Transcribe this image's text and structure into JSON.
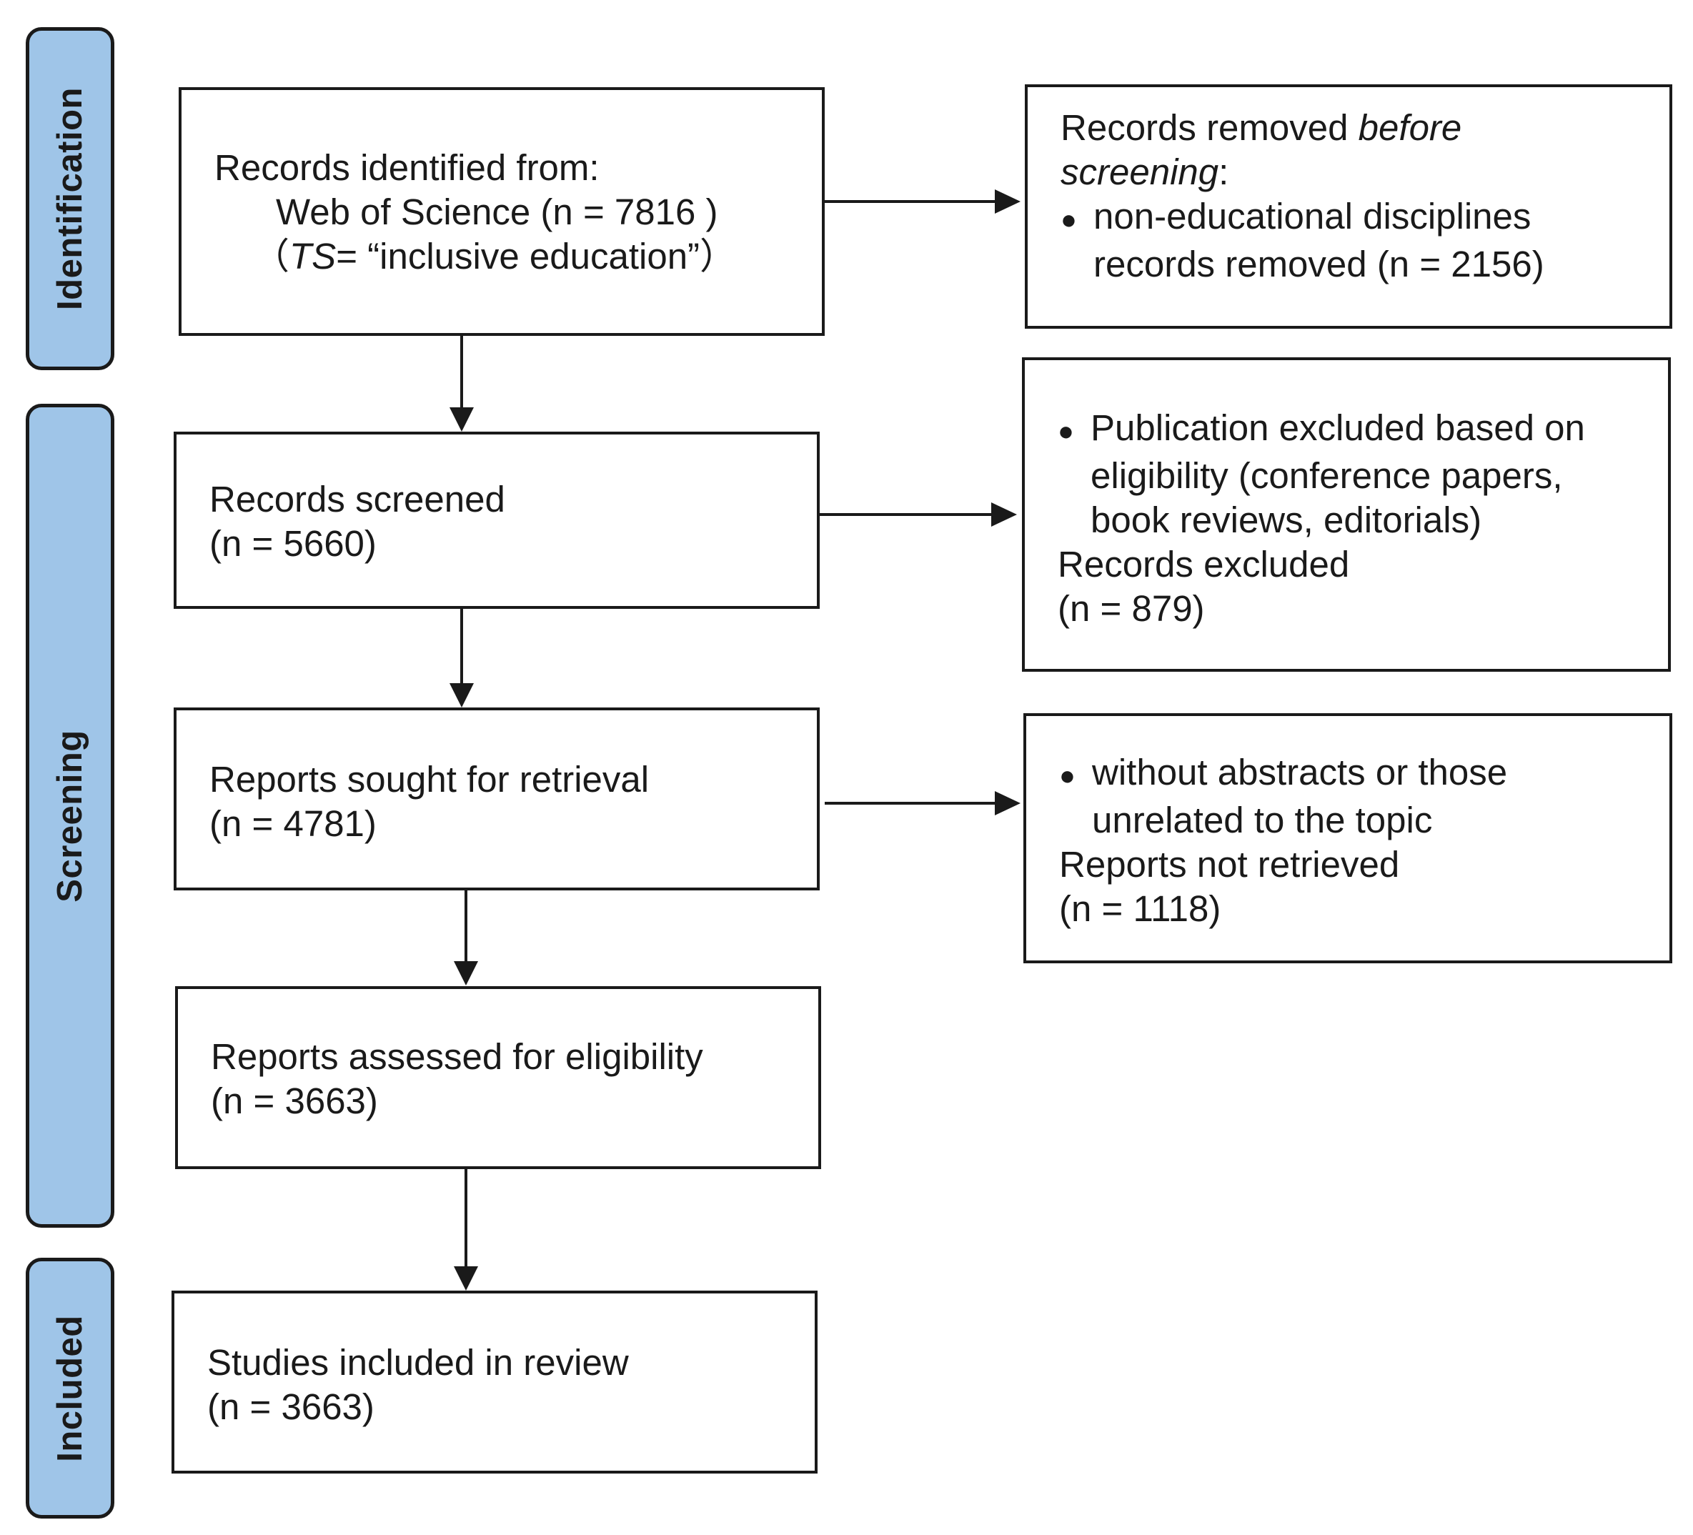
{
  "stages": {
    "identification": "Identification",
    "screening": "Screening",
    "included": "Included"
  },
  "boxes": {
    "identified": {
      "line1": "Records identified from:",
      "line2": "Web of Science (n = 7816 )",
      "line3_open": "（",
      "line3_ts": "TS",
      "line3_rest": "= “inclusive education”）"
    },
    "removed_before": {
      "line1_a": "Records removed ",
      "line1_b": "before",
      "line2_a": "screening",
      "line2_b": ":",
      "bullet": "●",
      "item_line1": "non-educational disciplines",
      "item_line2": "records removed  (n = 2156)"
    },
    "screened": {
      "line1": "Records screened",
      "line2": "(n = 5660)"
    },
    "excluded": {
      "bullet": "●",
      "item_line1": "Publication excluded based on",
      "item_line2": "eligibility (conference papers,",
      "item_line3": "book reviews, editorials)",
      "line4": "Records excluded",
      "line5": "(n = 879)"
    },
    "sought": {
      "line1": "Reports sought for retrieval",
      "line2": "(n = 4781)"
    },
    "not_retrieved": {
      "bullet": "●",
      "item_line1": "without abstracts or those",
      "item_line2": "unrelated to the topic",
      "line3": "Reports not retrieved",
      "line4": "(n = 1118)"
    },
    "assessed": {
      "line1": "Reports assessed for eligibility",
      "line2": "(n = 3663)"
    },
    "included": {
      "line1": "Studies included in review",
      "line2": "(n = 3663)"
    }
  },
  "colors": {
    "stage_fill": "#9fc5e8",
    "stroke": "#1a1a1a"
  }
}
